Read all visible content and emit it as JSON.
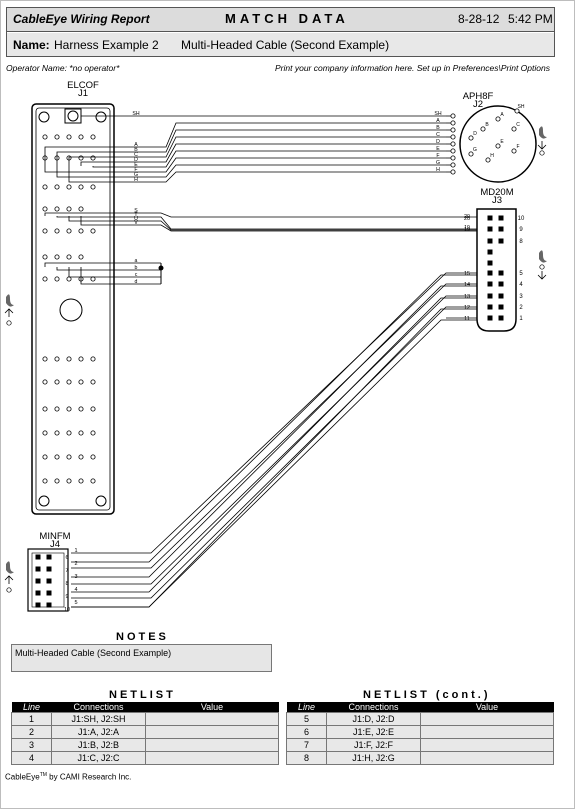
{
  "header": {
    "report_title": "CableEye Wiring Report",
    "match_data": "MATCH DATA",
    "date": "8-28-12",
    "time": "5:42 PM",
    "name_label": "Name:",
    "harness_name": "Harness Example 2",
    "description": "Multi-Headed Cable (Second Example)"
  },
  "operator_line": "Operator Name: *no operator*",
  "print_info": "Print your company information here. Set up in Preferences\\Print Options",
  "connectors": {
    "j1": {
      "type": "ELCOF",
      "ref": "J1"
    },
    "j2": {
      "type": "APH8F",
      "ref": "J2",
      "pins": [
        "SH",
        "A",
        "B",
        "C",
        "D",
        "E",
        "F",
        "G",
        "H"
      ]
    },
    "j3": {
      "type": "MD20M",
      "ref": "J3",
      "pins_right": [
        "10",
        "9",
        "8",
        "5",
        "4",
        "3",
        "2",
        "1"
      ],
      "pins_left": [
        "20",
        "19",
        "15",
        "14",
        "13",
        "12",
        "11"
      ]
    },
    "j4": {
      "type": "MINFM",
      "ref": "J4",
      "pins_right": [
        "1",
        "2",
        "3",
        "4",
        "5"
      ],
      "pins_left": [
        "6",
        "7",
        "8",
        "9",
        "10"
      ]
    }
  },
  "wires": {
    "j1_to_j2_left": [
      "SH",
      "A",
      "B",
      "C",
      "D",
      "E",
      "F",
      "G",
      "H"
    ],
    "j1_to_j2_right": [
      "SH",
      "A",
      "B",
      "C",
      "D",
      "E",
      "F",
      "G",
      "H"
    ],
    "j1_to_j3_left": [
      "S",
      "T",
      "U",
      "V"
    ],
    "j1_to_j3_right": [
      "20",
      "19"
    ],
    "j1_bus_labels": [
      "a",
      "b",
      "c",
      "d"
    ],
    "j3_to_j4_labels": [
      "15",
      "14",
      "13",
      "12",
      "11"
    ],
    "j4_wire_labels": [
      "1",
      "6",
      "2",
      "7",
      "3",
      "8",
      "4",
      "9",
      "5",
      "10"
    ]
  },
  "notes": {
    "title": "NOTES",
    "text": "Multi-Headed Cable (Second Example)"
  },
  "netlist": {
    "title": "NETLIST",
    "title_cont": "NETLIST (cont.)",
    "columns": [
      "Line",
      "Connections",
      "Value"
    ],
    "rows_left": [
      {
        "line": "1",
        "connections": "J1:SH, J2:SH",
        "value": ""
      },
      {
        "line": "2",
        "connections": "J1:A, J2:A",
        "value": ""
      },
      {
        "line": "3",
        "connections": "J1:B, J2:B",
        "value": ""
      },
      {
        "line": "4",
        "connections": "J1:C, J2:C",
        "value": ""
      }
    ],
    "rows_right": [
      {
        "line": "5",
        "connections": "J1:D, J2:D",
        "value": ""
      },
      {
        "line": "6",
        "connections": "J1:E, J2:E",
        "value": ""
      },
      {
        "line": "7",
        "connections": "J1:F, J2:F",
        "value": ""
      },
      {
        "line": "8",
        "connections": "J1:H, J2:G",
        "value": ""
      }
    ]
  },
  "footer": {
    "brand": "CableEye",
    "tm": "TM",
    "by": " by CAMI Research Inc."
  }
}
